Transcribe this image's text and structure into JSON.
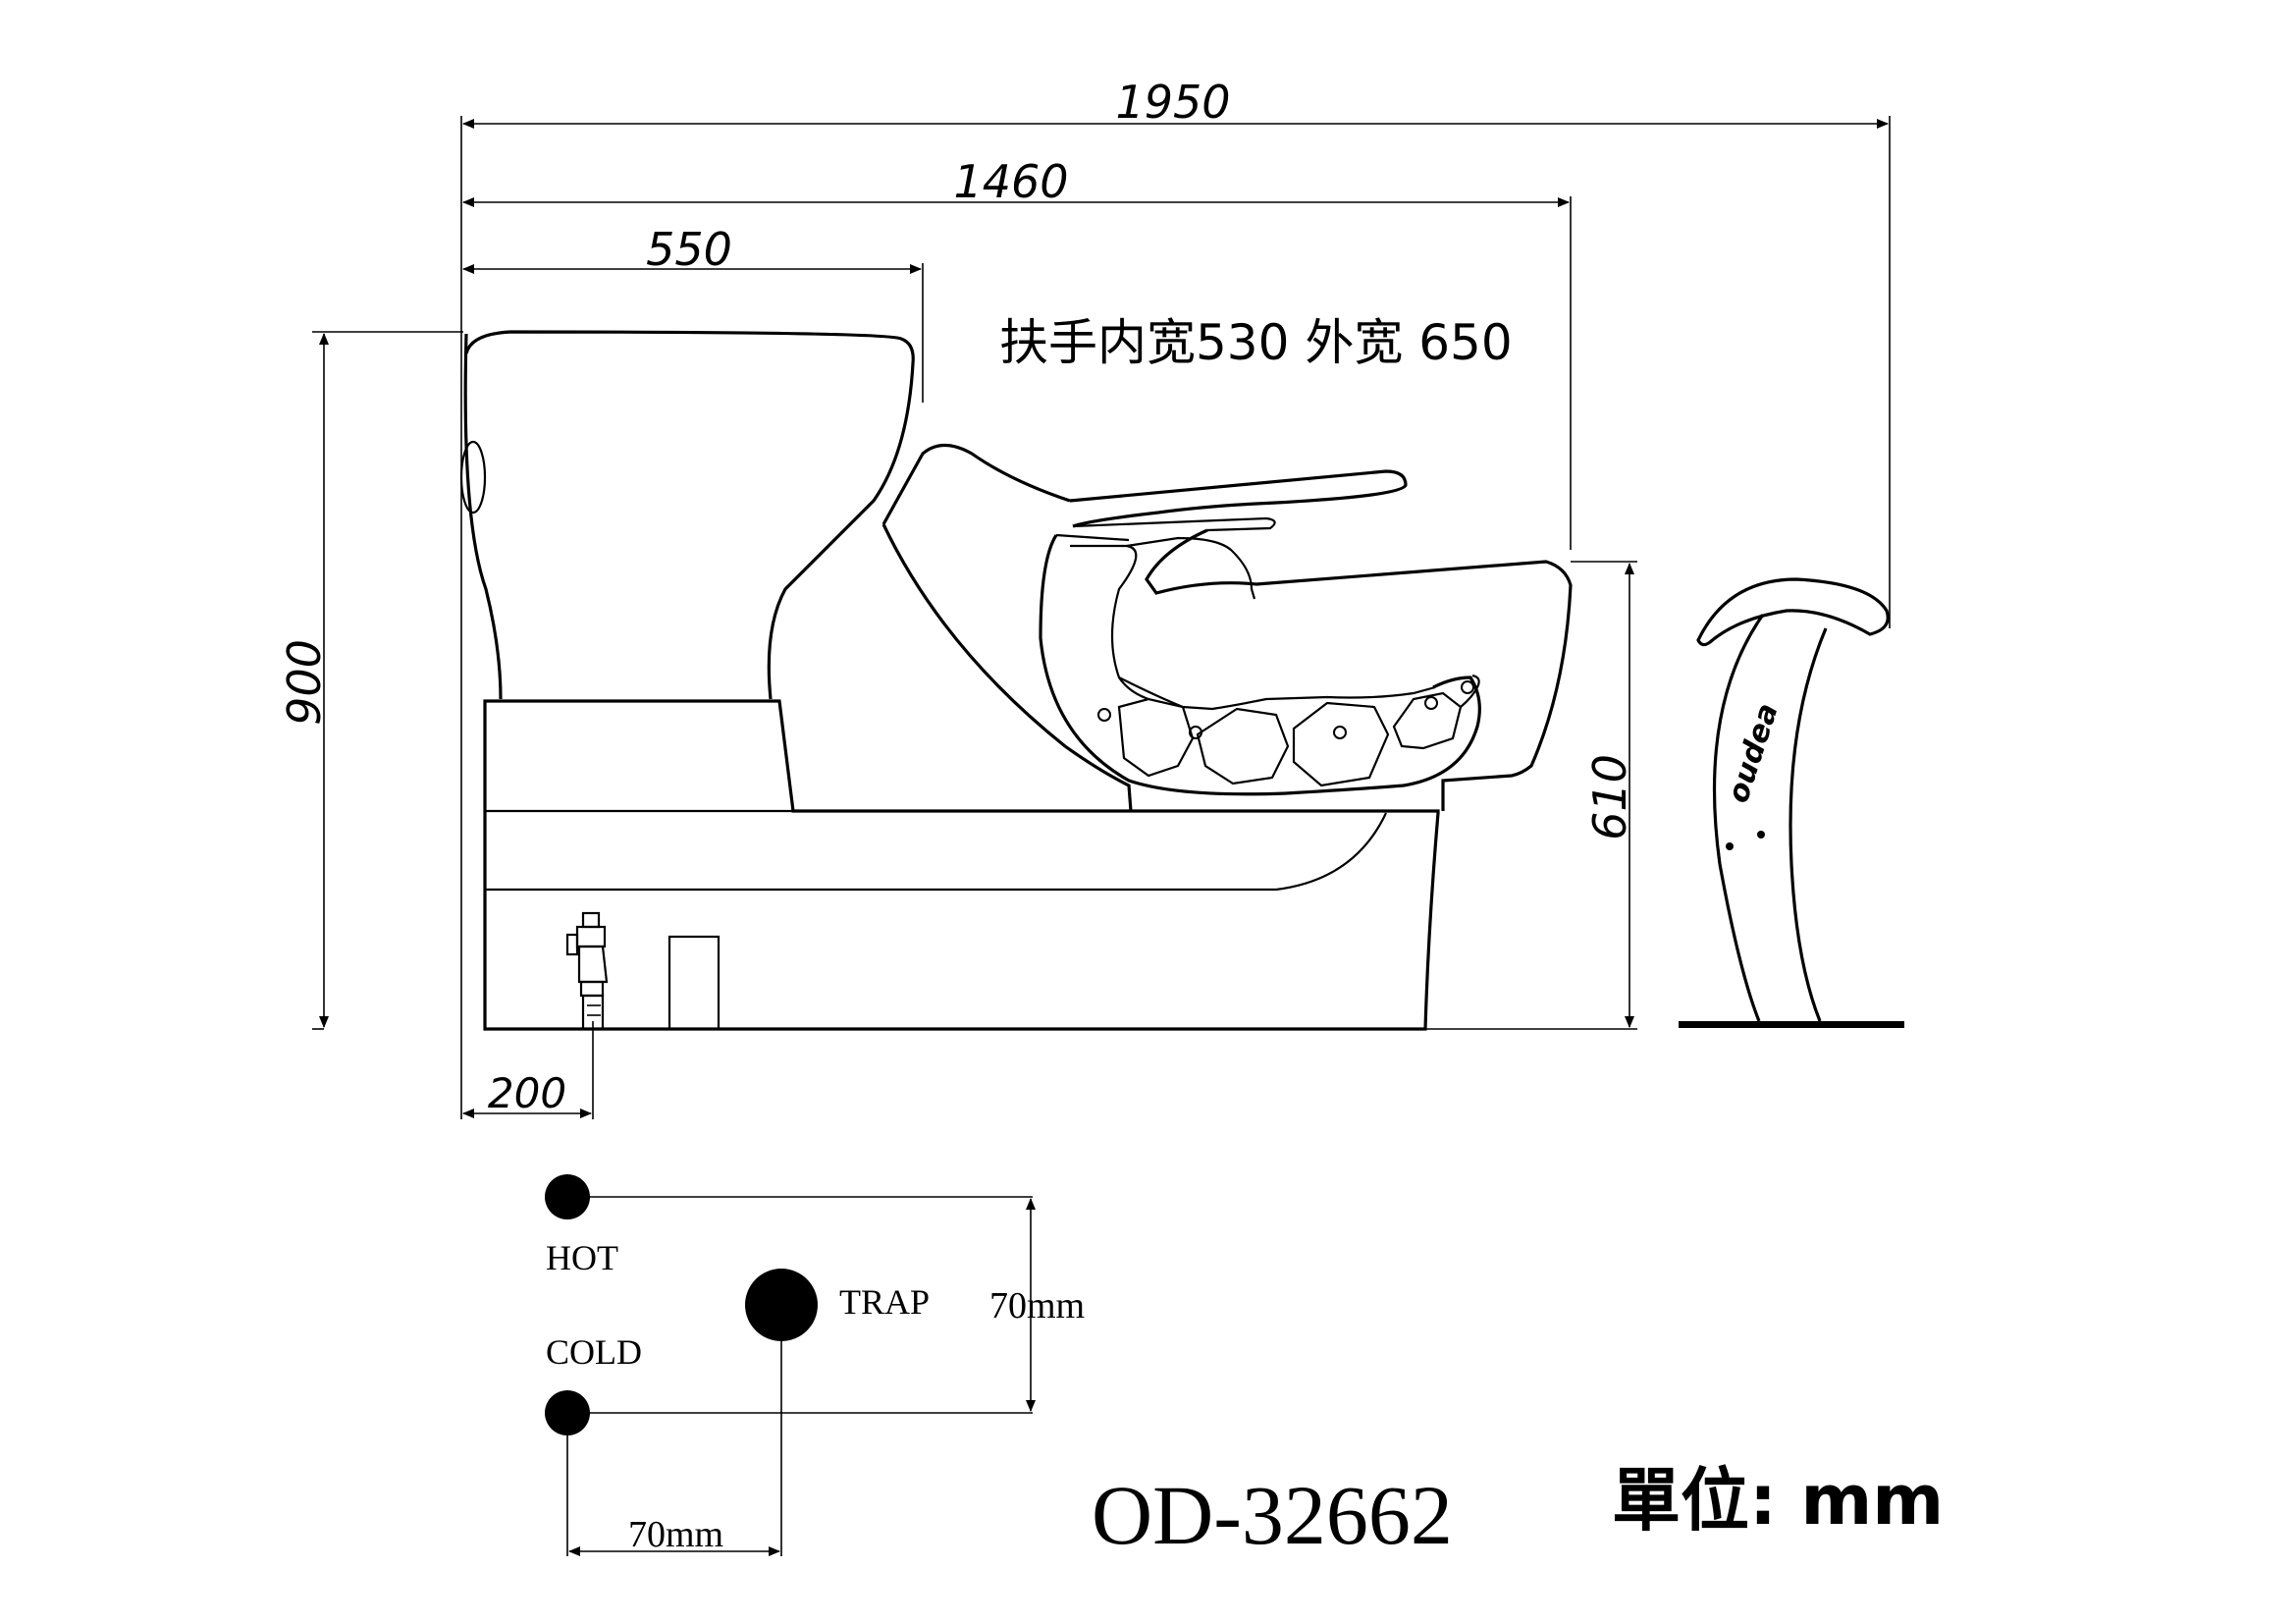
{
  "dimensions": {
    "overall_length": "1950",
    "chair_length": "1460",
    "basin_width": "550",
    "height": "900",
    "chair_height": "610",
    "drain_offset": "200"
  },
  "note": "扶手内宽530  外宽  650",
  "plumbing": {
    "hot_label": "HOT",
    "cold_label": "COLD",
    "trap_label": "TRAP",
    "vertical_spacing": "70mm",
    "horizontal_spacing": "70mm"
  },
  "footrest_brand": "oudea",
  "model_number": "OD-32662",
  "unit_label": "單位: mm"
}
